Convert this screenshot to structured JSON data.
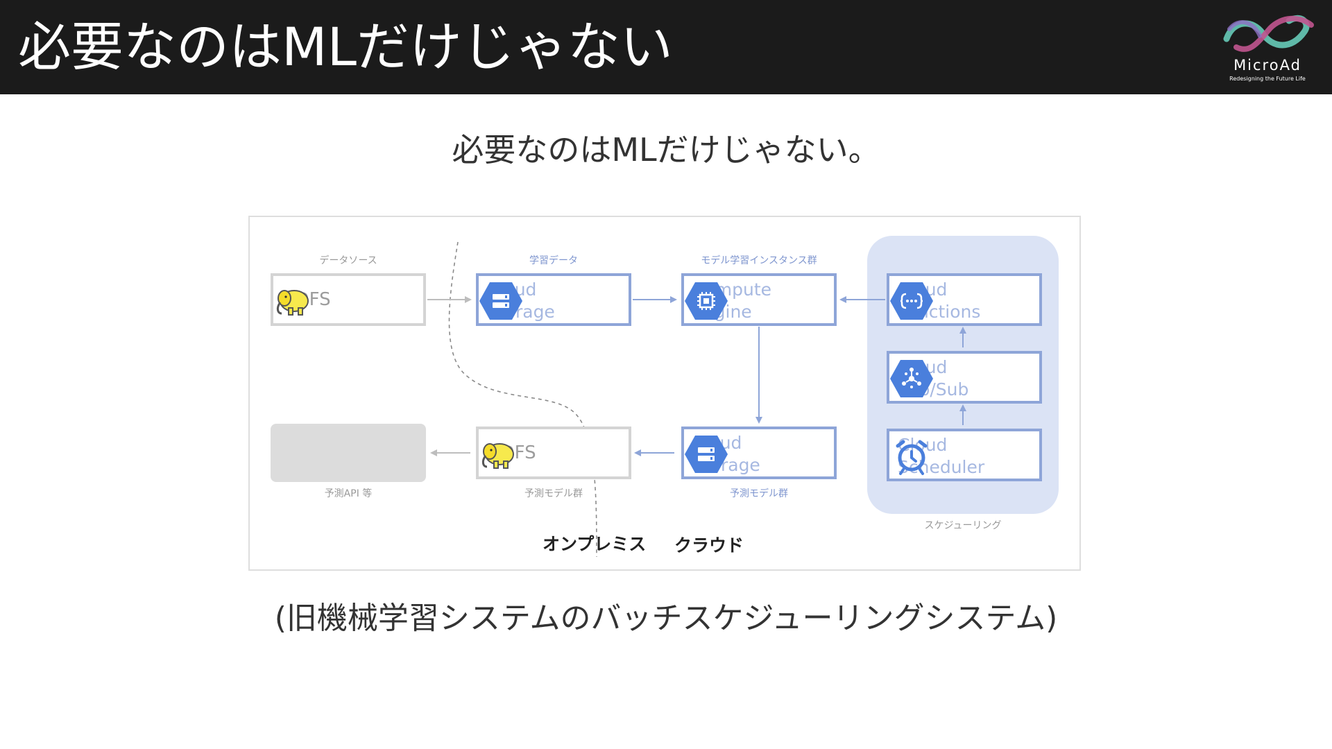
{
  "header": {
    "title": "必要なのはMLだけじゃない",
    "logo_name": "MicroAd",
    "logo_tagline": "Redesigning the Future Life"
  },
  "subtitle": "必要なのはMLだけじゃない。",
  "caption": "(旧機械学習システムのバッチスケジューリングシステム)",
  "diagram": {
    "groups": {
      "data_source": "データソース",
      "training_data": "学習データ",
      "training_instances": "モデル学習インスタンス群",
      "prediction_api": "予測API 等",
      "prediction_models_onprem": "予測モデル群",
      "prediction_models_cloud": "予測モデル群",
      "scheduling": "スケジューリング"
    },
    "zones": {
      "onprem": "オンプレミス",
      "cloud": "クラウド"
    },
    "nodes": {
      "hdfs_source": "HDFS",
      "cloud_storage_training": "Cloud\nStorage",
      "compute_engine": "Compute\nEngine",
      "cloud_functions": "Cloud\nFunctions",
      "cloud_pubsub": "Cloud\nPub/Sub",
      "cloud_scheduler": "Cloud\nScheduler",
      "cloud_storage_models": "Cloud\nStorage",
      "hdfs_models": "HDFS"
    },
    "icons": {
      "hdfs_source": "hadoop-elephant-icon",
      "cloud_storage_training": "cloud-storage-icon",
      "compute_engine": "compute-engine-chip-icon",
      "cloud_functions": "cloud-functions-icon",
      "cloud_pubsub": "pubsub-icon",
      "cloud_scheduler": "alarm-clock-icon",
      "cloud_storage_models": "cloud-storage-icon",
      "hdfs_models": "hadoop-elephant-icon"
    },
    "colors": {
      "gcp_blue": "#4a7fdc",
      "box_border": "#8ea5d8",
      "scheduling_panel": "#dbe3f5",
      "hadoop_yellow": "#f7e94d"
    }
  }
}
